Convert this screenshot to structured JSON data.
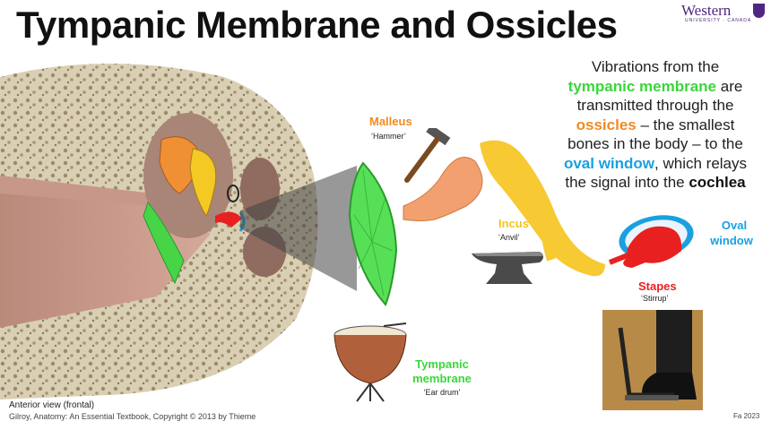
{
  "title": "Tympanic Membrane and Ossicles",
  "logo": {
    "word": "Western",
    "sub": "UNIVERSITY · CANADA"
  },
  "description": {
    "l1": "Vibrations from the",
    "tm": "tympanic membrane",
    "l2b": " are",
    "l3": "transmitted through the",
    "oss": "ossicles",
    "l4b": " – the smallest",
    "l5": "bones in the body – to the",
    "ow": "oval window",
    "l6b": ", which relays",
    "l7a": "the signal into the ",
    "co": "cochlea"
  },
  "labels": {
    "malleus": {
      "name": "Malleus",
      "alias": "‘Hammer’"
    },
    "incus": {
      "name": "Incus",
      "alias": "‘Anvil’"
    },
    "stapes": {
      "name": "Stapes",
      "alias": "‘Stirrup’"
    },
    "oval_window": {
      "l1": "Oval",
      "l2": "window"
    },
    "tympanic": {
      "l1": "Tympanic",
      "l2": "membrane",
      "alias": "‘Ear drum’"
    }
  },
  "footer": {
    "view": "Anterior view (frontal)",
    "credit": "Gilroy, Anatomy: An Essential Textbook, Copyright © 2013 by Thieme",
    "year": "Fa 2023"
  },
  "colors": {
    "tympanic": "#3bd63b",
    "malleus": "#f08a24",
    "incus": "#f7c520",
    "stapes": "#e82020",
    "oval_window": "#1aa0e0"
  }
}
